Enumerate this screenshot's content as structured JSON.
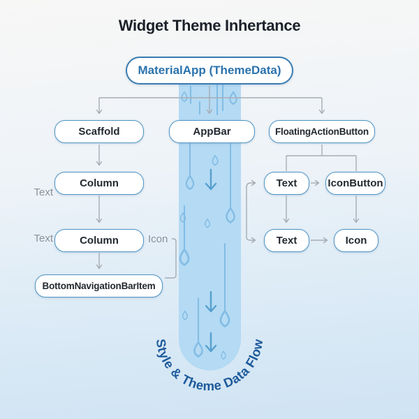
{
  "title": "Widget Theme Inhertance",
  "diagram": {
    "root": {
      "label": "MaterialApp (ThemeData)"
    },
    "nodes": {
      "scaffold": {
        "label": "Scaffold"
      },
      "appbar": {
        "label": "AppBar"
      },
      "fab": {
        "label": "FloatingActionButton"
      },
      "column1": {
        "label": "Column"
      },
      "column2": {
        "label": "Column"
      },
      "bottom_nav_item": {
        "label": "BottomNavigationBarItem"
      },
      "text1": {
        "label": "Text"
      },
      "icon_button": {
        "label": "IconButton"
      },
      "text2": {
        "label": "Text"
      },
      "icon": {
        "label": "Icon"
      }
    },
    "annotations": {
      "text_label_1": "Text",
      "text_label_2": "Text",
      "icon_label": "Icon"
    },
    "flow_caption": "Style & Theme Data Flow",
    "colors": {
      "flow_band": "#b4daf4",
      "band_decor": "#82bce4",
      "band_arrow": "#57a0ce",
      "node_border": "#4e94c4",
      "root_border": "#3a7cb2",
      "root_text": "#2a72ad",
      "node_text": "#232930",
      "connector": "#a6acb4",
      "annotation_text": "#8b9199",
      "caption_text": "#1d5a9b"
    }
  }
}
